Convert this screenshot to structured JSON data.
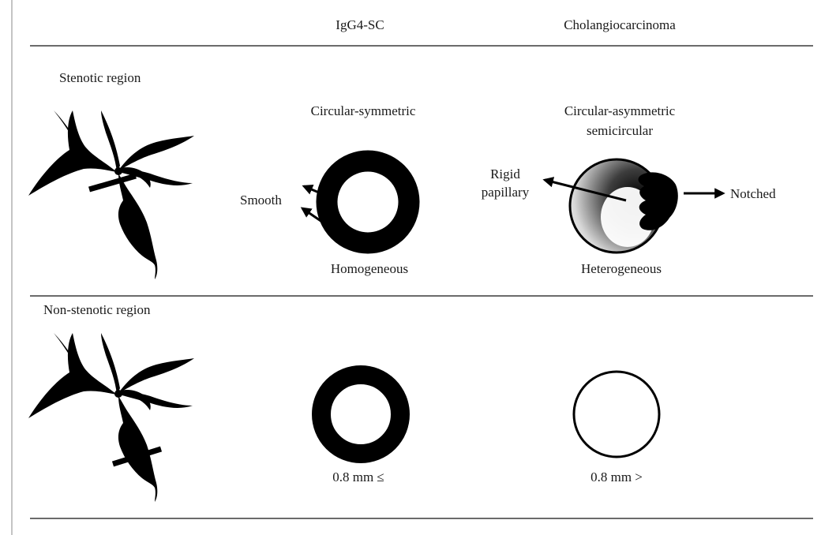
{
  "header": {
    "col_igg4": "IgG4-SC",
    "col_cholangio": "Cholangiocarcinoma"
  },
  "stenotic": {
    "title": "Stenotic region",
    "igg4": {
      "shape_label": "Circular-symmetric",
      "surface_label": "Smooth",
      "wall_label": "Homogeneous"
    },
    "cholangio": {
      "shape_label_line1": "Circular-asymmetric",
      "shape_label_line2": "semicircular",
      "rigid_line1": "Rigid",
      "rigid_line2": "papillary",
      "notched_label": "Notched",
      "wall_label": "Heterogeneous"
    }
  },
  "nonstenotic": {
    "title": "Non-stenotic region",
    "igg4": {
      "thickness_label": "0.8 mm ≤"
    },
    "cholangio": {
      "thickness_label": "0.8 mm >"
    }
  },
  "colors": {
    "ink": "#000000",
    "rule": "#3a3a3a",
    "text": "#1a1a1a"
  }
}
